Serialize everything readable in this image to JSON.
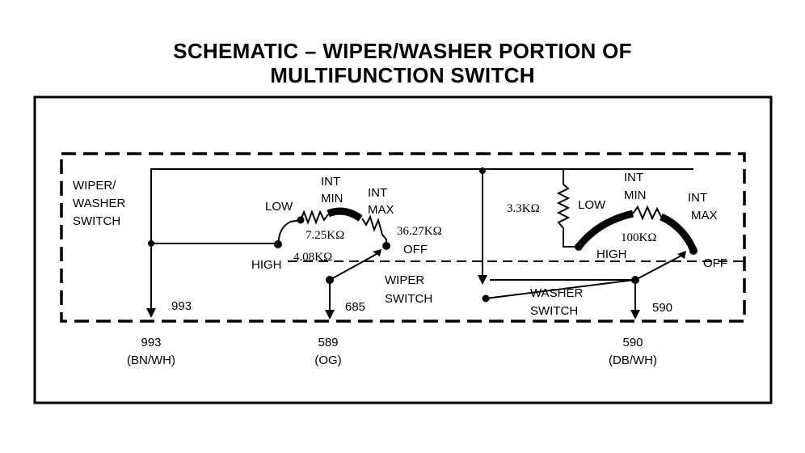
{
  "title": {
    "line1": "SCHEMATIC  –  WIPER/WASHER PORTION OF",
    "line2": "MULTIFUNCTION SWITCH"
  },
  "switch_label": [
    "WIPER/",
    "WASHER",
    "SWITCH"
  ],
  "wiper": {
    "low": "LOW",
    "int_min": [
      "INT",
      "MIN"
    ],
    "int_max": [
      "INT",
      "MAX"
    ],
    "off": "OFF",
    "high": "HIGH",
    "r1": "7.25KΩ",
    "r2": "36.27KΩ",
    "r3": "4.08KΩ",
    "switch_label": [
      "WIPER",
      "SWITCH"
    ]
  },
  "washer": {
    "r_top": "3.3KΩ",
    "low": "LOW",
    "int_min": [
      "INT",
      "MIN"
    ],
    "int_max": [
      "INT",
      "MAX"
    ],
    "r_pot": "100KΩ",
    "high": "HIGH",
    "off": "OFF",
    "switch_label": [
      "WASHER",
      "SWITCH"
    ]
  },
  "inner_circuits": {
    "c993": "993",
    "c685": "685",
    "c590": "590"
  },
  "terminals": [
    {
      "circuit": "993",
      "color": "(BN/WH)"
    },
    {
      "circuit": "589",
      "color": "(OG)"
    },
    {
      "circuit": "590",
      "color": "(DB/WH)"
    }
  ]
}
